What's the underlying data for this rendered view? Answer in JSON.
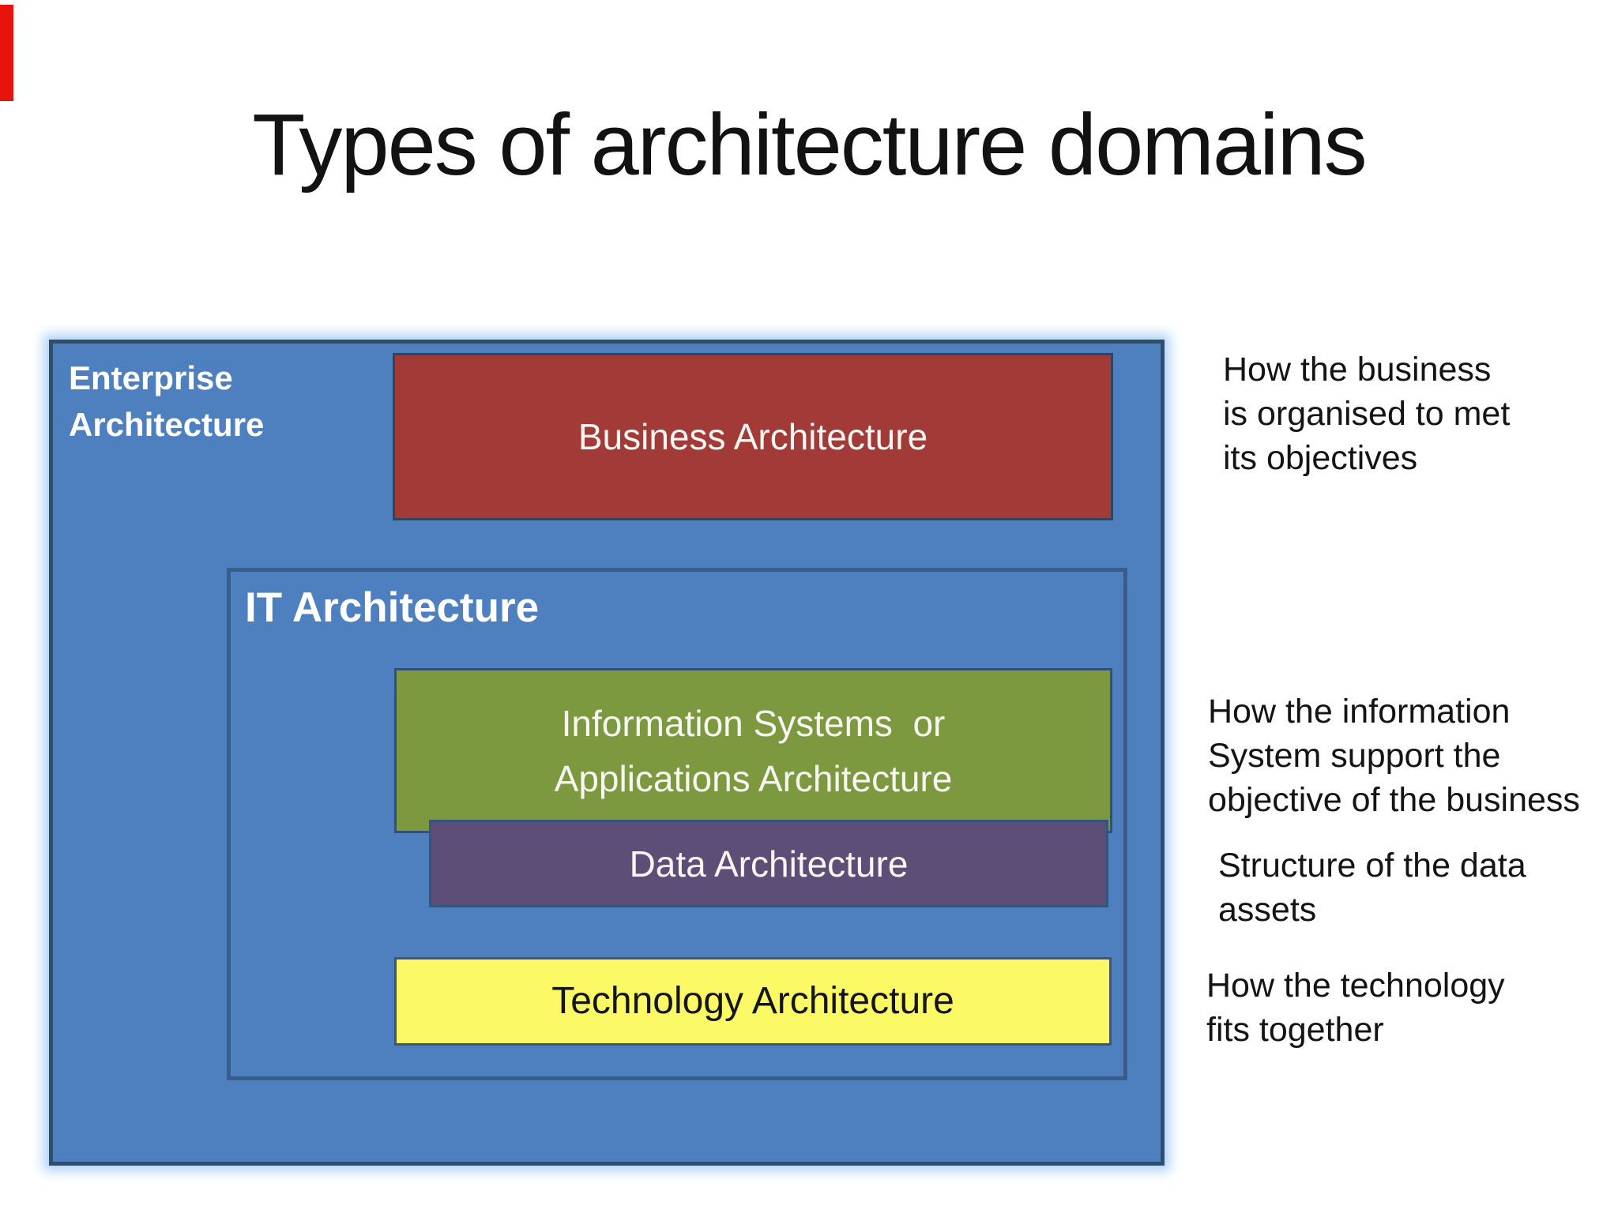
{
  "slide": {
    "title": "Types of architecture domains",
    "background": "#ffffff"
  },
  "colors": {
    "enterprise_fill": "#4e80bf",
    "enterprise_border": "#2f4e6e",
    "enterprise_glow": "#bcd8f6",
    "it_border": "#3a5c89",
    "business_fill": "#a23a37",
    "information_fill": "#7c9940",
    "data_fill": "#5d4e78",
    "technology_fill": "#fbfa66",
    "box_label_text": "#f8f6f2",
    "technology_label_text": "#151515",
    "annotation_text": "#141414",
    "edge_marker": "#e9130d"
  },
  "diagram": {
    "enterprise_box": {
      "label": "Enterprise\nArchitecture"
    },
    "business_box": {
      "label": "Business Architecture"
    },
    "it_box": {
      "label": "IT Architecture"
    },
    "information_box": {
      "label": "Information Systems  or\nApplications Architecture"
    },
    "data_box": {
      "label": "Data Architecture"
    },
    "technology_box": {
      "label": "Technology Architecture"
    }
  },
  "annotations": [
    {
      "text": "How the business\nis organised to met\nits objectives"
    },
    {
      "text": "How the information\nSystem support the\nobjective of the business"
    },
    {
      "text": "Structure of the data assets"
    },
    {
      "text": "How the technology\nfits together"
    }
  ]
}
